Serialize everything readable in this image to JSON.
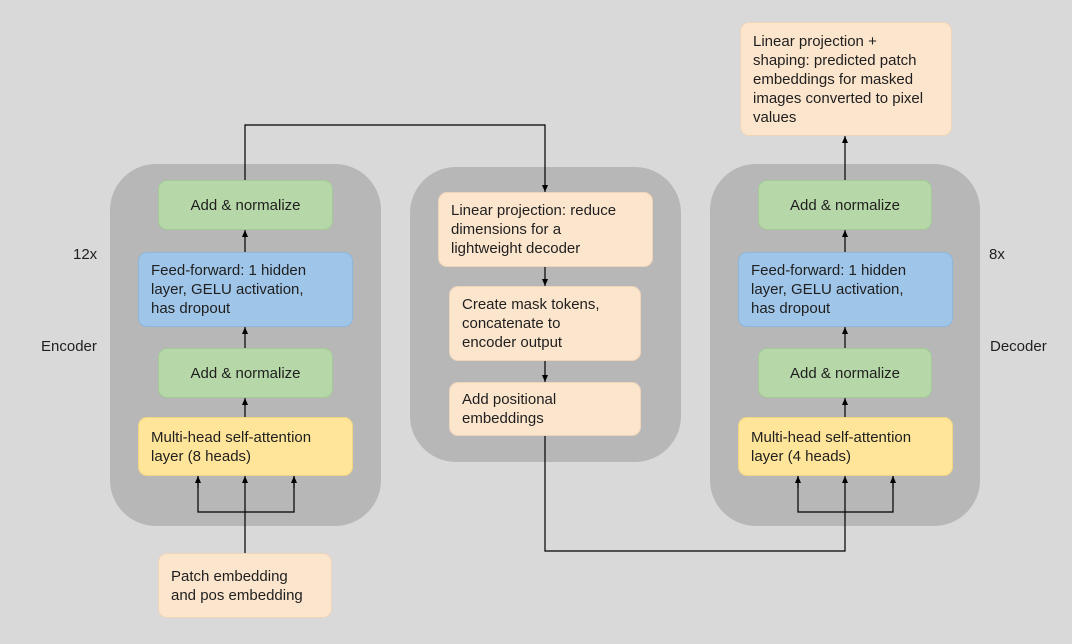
{
  "encoder": {
    "label": "Encoder",
    "repeat": "12x",
    "add_norm_top": "Add & normalize",
    "feed_forward": "Feed-forward: 1 hidden\nlayer, GELU activation,\nhas dropout",
    "add_norm_bottom": "Add & normalize",
    "attention": "Multi-head self-attention\nlayer (8 heads)"
  },
  "input": {
    "patch_embedding": "Patch embedding\nand pos embedding"
  },
  "middle": {
    "linear_projection": "Linear projection: reduce\ndimensions for a\nlightweight decoder",
    "mask_tokens": "Create mask tokens,\nconcatenate to\nencoder output",
    "positional": "Add positional\nembeddings"
  },
  "decoder": {
    "label": "Decoder",
    "repeat": "8x",
    "add_norm_top": "Add & normalize",
    "feed_forward": "Feed-forward: 1 hidden\nlayer, GELU activation,\nhas dropout",
    "add_norm_bottom": "Add & normalize",
    "attention": "Multi-head self-attention\nlayer (4 heads)"
  },
  "output": {
    "projection": "Linear projection +\nshaping: predicted patch\nembeddings for masked\nimages converted to pixel\nvalues"
  }
}
